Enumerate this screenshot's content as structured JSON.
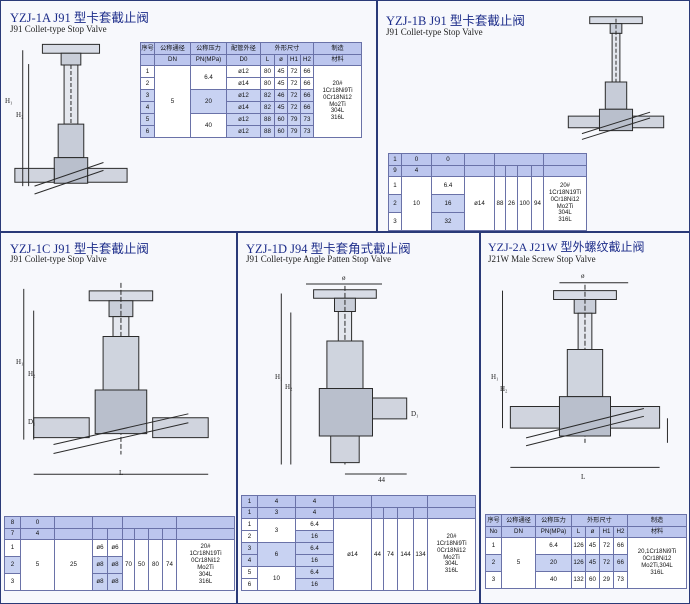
{
  "colors": {
    "panel_border": "#2a3a78",
    "title": "#1d2d8a",
    "header_fill": "#bcc6ee",
    "row_fill": "#c8d2f2"
  },
  "panels": [
    {
      "id": "yzj-1a",
      "title": "YZJ-1A J91 型卡套截止阀",
      "subtitle": "J91 Collet-type Stop Valve",
      "dim_labels": [
        "H₁",
        "H₂"
      ],
      "table": {
        "h1": [
          "序号",
          "公称通径",
          "公称压力",
          "配管外径",
          "外形尺寸",
          "制造"
        ],
        "h2": [
          "",
          "DN",
          "PN(MPa)",
          "D0",
          "L",
          "ø",
          "H1",
          "H2",
          "材料"
        ],
        "dn": "5",
        "pn": [
          "6.4",
          "20",
          "40"
        ],
        "material": "20#\n1Cr18Ni9Ti\n0Cr18Ni12\nMo2Ti\n304L\n316L",
        "rows": [
          {
            "no": "1",
            "d0": "ø12",
            "l": "80",
            "phi": "45",
            "h1": "72",
            "h2": "66"
          },
          {
            "no": "2",
            "d0": "ø14",
            "l": "80",
            "phi": "45",
            "h1": "72",
            "h2": "66"
          },
          {
            "no": "3",
            "d0": "ø12",
            "l": "82",
            "phi": "46",
            "h1": "72",
            "h2": "66"
          },
          {
            "no": "4",
            "d0": "ø14",
            "l": "82",
            "phi": "45",
            "h1": "72",
            "h2": "66"
          },
          {
            "no": "5",
            "d0": "ø12",
            "l": "88",
            "phi": "60",
            "h1": "79",
            "h2": "73"
          },
          {
            "no": "6",
            "d0": "ø12",
            "l": "88",
            "phi": "60",
            "h1": "79",
            "h2": "73"
          }
        ]
      }
    },
    {
      "id": "yzj-1b",
      "title": "YZJ-1B J91 型卡套截止阀",
      "subtitle": "J91 Collet-type Stop Valve",
      "table": {
        "h1": "100",
        "h2": "94",
        "dn": "10",
        "d0": "ø14",
        "l": "88",
        "phi": "26",
        "pn": [
          "6.4",
          "16",
          "32"
        ],
        "nos": [
          "1",
          "2",
          "3"
        ],
        "material": "20#\n1Cr18N19Ti\n0Cr18Ni12\nMo2Ti\n304L\n316L"
      }
    },
    {
      "id": "yzj-1c",
      "title": "YZJ-1C J91 型卡套截止阀",
      "subtitle": "J91 Collet-type Stop Valve",
      "dim_labels": [
        "H₁",
        "H₂",
        "D₁",
        "L"
      ],
      "table": {
        "h1": "80",
        "h2": "74",
        "dn": "5",
        "pn": "25",
        "l": "70",
        "phi": "50",
        "rows": [
          {
            "no": "1",
            "d0": "ø6",
            "d1": "ø6"
          },
          {
            "no": "2",
            "d0": "ø8",
            "d1": "ø8"
          },
          {
            "no": "3",
            "d0": "ø8",
            "d1": "ø8"
          }
        ],
        "material": "20#\n1Cr18N19Ti\n0Cr18Ni12\nMo2Ti\n304L\n316L"
      }
    },
    {
      "id": "yzj-1d",
      "title": "YZJ-1D J94 型卡套角式截止阀",
      "subtitle": "J91 Collet-type Angle Patten Stop Valve",
      "dim_labels": [
        "ø",
        "H₁",
        "H₂",
        "D₁",
        "44"
      ],
      "table": {
        "h1": "144",
        "h2": "134",
        "dn": [
          "3",
          "6",
          "10"
        ],
        "pn": [
          "6.4",
          "16",
          "6.4",
          "16",
          "6.4",
          "16"
        ],
        "nos": [
          "1",
          "2",
          "3",
          "4",
          "5",
          "6"
        ],
        "d0": "ø14",
        "l": "44",
        "phi": "74",
        "material": "20#\n1Cr18Ni9Ti\n0Cr18Ni12\nMo2Ti\n304L\n316L"
      }
    },
    {
      "id": "yzj-2a",
      "title": "YZJ-2A J21W 型外螺纹截止阀",
      "subtitle": "J21W Male Screw Stop Valve",
      "dim_labels": [
        "ø",
        "H₁",
        "H₂",
        "L"
      ],
      "table": {
        "h1": [
          "序号",
          "公称通径",
          "公称压力",
          "外形尺寸",
          "制造"
        ],
        "h2": [
          "No",
          "DN",
          "PN(MPa)",
          "L",
          "ø",
          "H1",
          "H2",
          "材料"
        ],
        "dn": "5",
        "rows": [
          {
            "no": "1",
            "pn": "6.4",
            "l": "126",
            "phi": "45",
            "h1": "72",
            "h2": "66"
          },
          {
            "no": "2",
            "pn": "20",
            "l": "126",
            "phi": "45",
            "h1": "72",
            "h2": "66"
          },
          {
            "no": "3",
            "pn": "40",
            "l": "132",
            "phi": "60",
            "h1": "29",
            "h2": "73"
          }
        ],
        "material": "20,1Cr18Ni9Ti\n0Cr18Ni12\nMo2Ti,304L\n316L"
      }
    }
  ]
}
